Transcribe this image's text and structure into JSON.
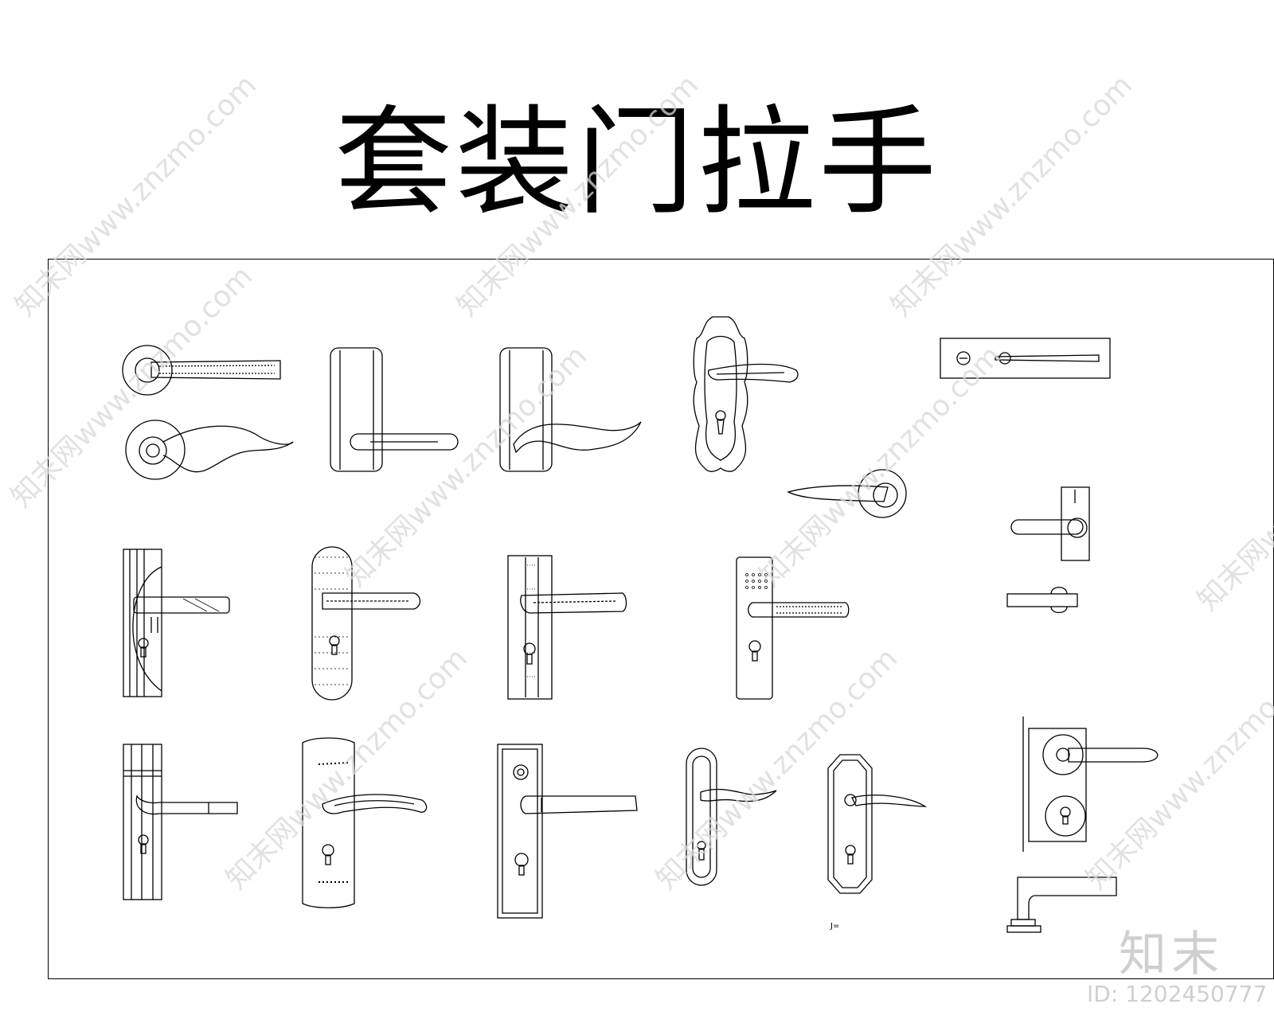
{
  "title": "套装门拉手",
  "watermark_text": "知末网www.znzmo.com",
  "brand": "知末",
  "id_label": "ID: 1202450777",
  "small_mark": "J="
}
